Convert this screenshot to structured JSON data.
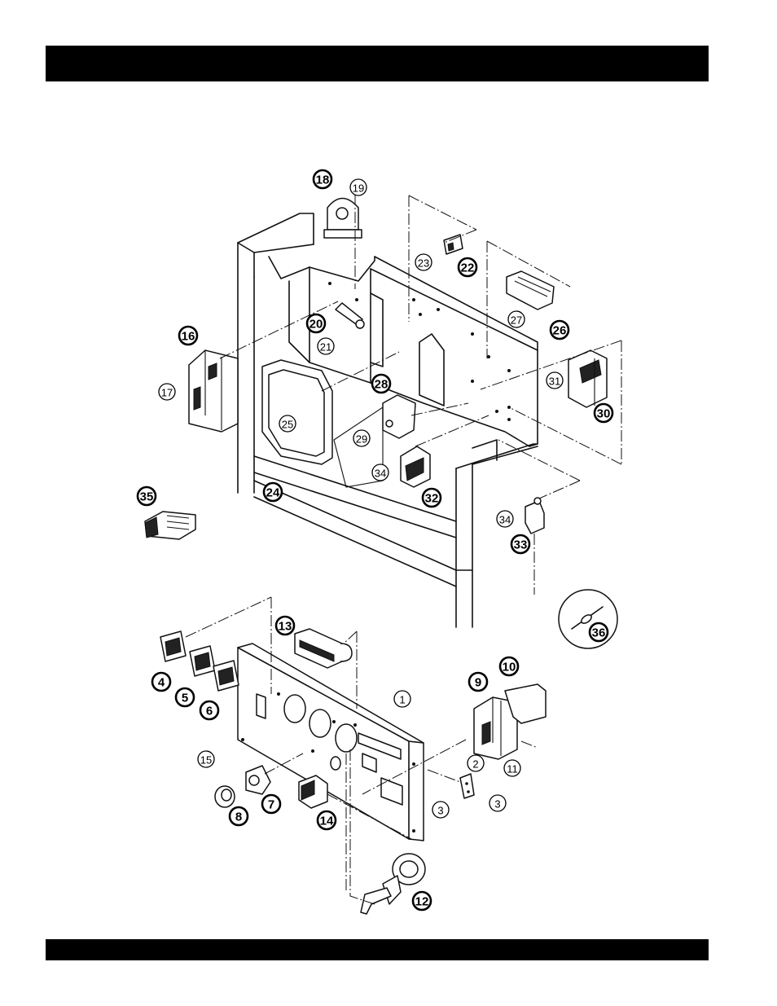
{
  "callouts": [
    {
      "n": "1",
      "style": "thin"
    },
    {
      "n": "2",
      "style": "thin"
    },
    {
      "n": "3",
      "style": "thin"
    },
    {
      "n": "3",
      "style": "thin"
    },
    {
      "n": "4",
      "style": "bold"
    },
    {
      "n": "5",
      "style": "bold"
    },
    {
      "n": "6",
      "style": "bold"
    },
    {
      "n": "7",
      "style": "bold"
    },
    {
      "n": "8",
      "style": "bold"
    },
    {
      "n": "9",
      "style": "bold"
    },
    {
      "n": "10",
      "style": "bold"
    },
    {
      "n": "11",
      "style": "thin"
    },
    {
      "n": "12",
      "style": "bold"
    },
    {
      "n": "13",
      "style": "bold"
    },
    {
      "n": "14",
      "style": "bold"
    },
    {
      "n": "15",
      "style": "thin"
    },
    {
      "n": "16",
      "style": "bold"
    },
    {
      "n": "17",
      "style": "thin"
    },
    {
      "n": "18",
      "style": "bold"
    },
    {
      "n": "19",
      "style": "thin"
    },
    {
      "n": "20",
      "style": "bold"
    },
    {
      "n": "21",
      "style": "thin"
    },
    {
      "n": "22",
      "style": "bold"
    },
    {
      "n": "23",
      "style": "thin"
    },
    {
      "n": "24",
      "style": "bold"
    },
    {
      "n": "25",
      "style": "thin"
    },
    {
      "n": "26",
      "style": "bold"
    },
    {
      "n": "27",
      "style": "thin"
    },
    {
      "n": "28",
      "style": "bold"
    },
    {
      "n": "29",
      "style": "thin"
    },
    {
      "n": "30",
      "style": "bold"
    },
    {
      "n": "31",
      "style": "thin"
    },
    {
      "n": "32",
      "style": "bold"
    },
    {
      "n": "33",
      "style": "bold"
    },
    {
      "n": "34",
      "style": "thin"
    },
    {
      "n": "34",
      "style": "thin"
    },
    {
      "n": "35",
      "style": "bold"
    },
    {
      "n": "36",
      "style": "bold"
    }
  ]
}
